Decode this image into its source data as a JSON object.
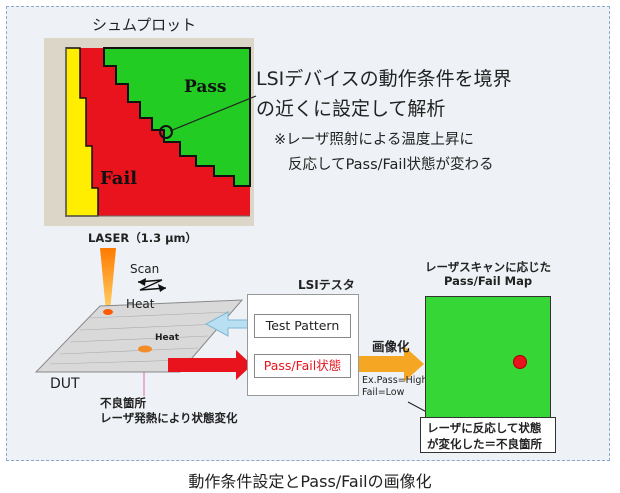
{
  "labels": {
    "shmoo_title": "シュムプロット",
    "pass": "Pass",
    "fail": "Fail",
    "main_note_1": "LSIデバイスの動作条件を境界",
    "main_note_2": "の近くに設定して解析",
    "sub_note_1": "※レーザ照射による温度上昇に",
    "sub_note_2": "反応してPass/Fail状態が変わる",
    "laser": "LASER（1.3 μm）",
    "scan": "Scan",
    "heat_beam": "Heat",
    "heat_spot": "Heat",
    "dut": "DUT",
    "defect_1": "不良箇所",
    "defect_2": "レーザ発熱により状態変化",
    "tester_title": "LSIテスタ",
    "test_pattern": "Test Pattern",
    "pass_fail_state": "Pass/Fail状態",
    "imaging": "画像化",
    "ex_pass": "Ex.Pass=High、",
    "ex_fail": "Fail=Low",
    "map_title_1": "レーザスキャンに応じた",
    "map_title_2": "Pass/Fail Map",
    "callout_1": "レーザに反応して状態",
    "callout_2": "が変化した＝不良箇所",
    "caption": "動作条件設定とPass/Failの画像化"
  },
  "colors": {
    "pass_green": "#22cc22",
    "fail_red": "#e8131c",
    "yellow": "#ffee00",
    "arrow_blue": "#b8dff2",
    "arrow_orange": "#f5a623",
    "map_green": "#37d637",
    "frame_dashed": "#8aa8c8"
  }
}
